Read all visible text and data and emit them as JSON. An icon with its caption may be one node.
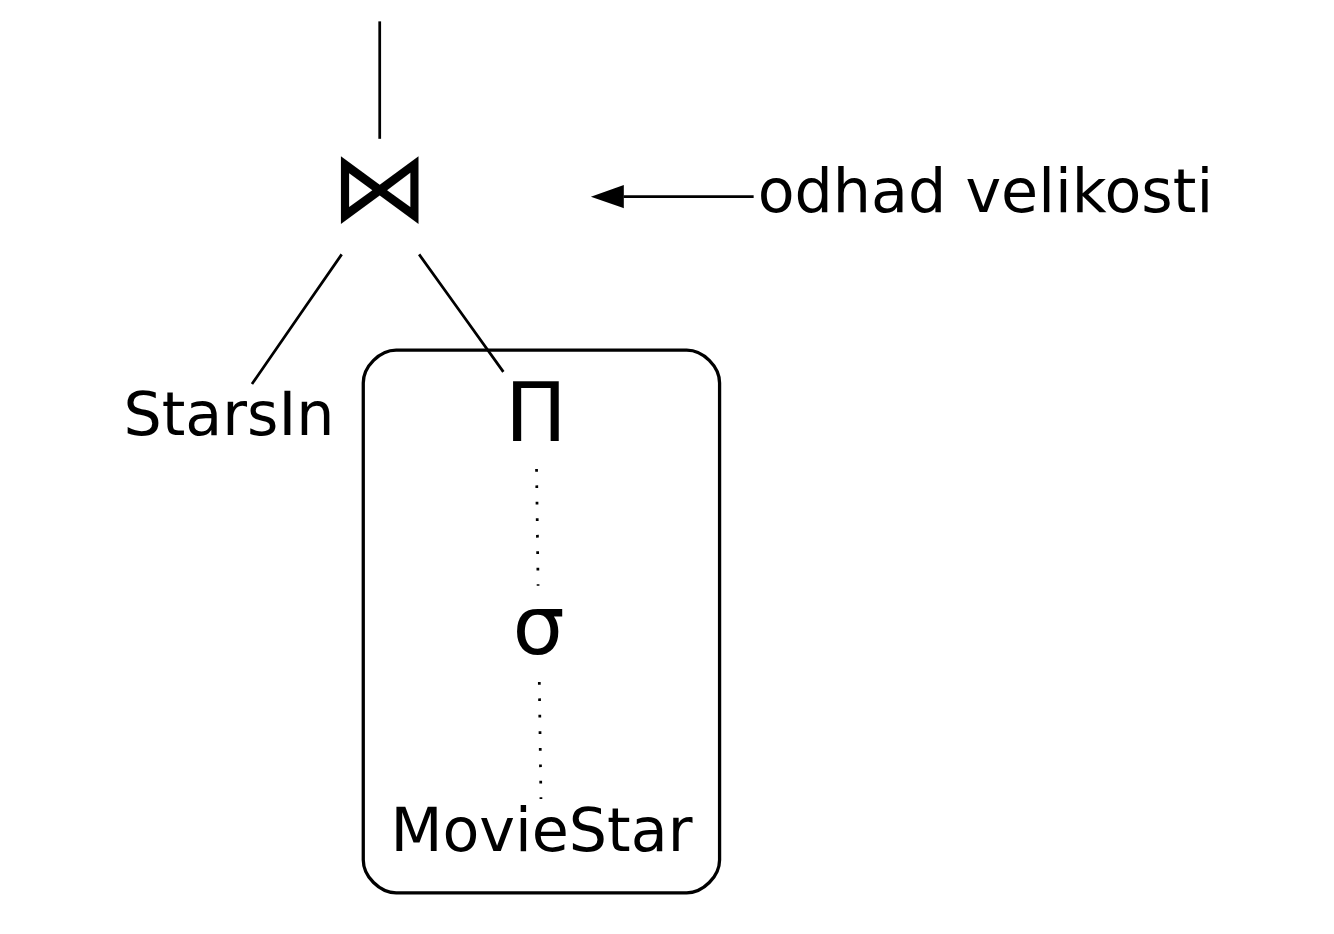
{
  "diagram": {
    "nodes": [
      {
        "text": [
          "⋈"
        ]
      },
      {
        "text": [
          "StarsIn"
        ]
      },
      {
        "text": [],
        "shape": "ellipse"
      },
      {
        "text": [
          "Π"
        ],
        "in": 2
      },
      {
        "text": [
          "σ"
        ],
        "in": 2
      },
      {
        "text": [
          "MovieStar"
        ],
        "in": 2
      },
      {
        "text": [
          "odhad velikosti"
        ]
      }
    ],
    "edges": [
      {
        "from": null,
        "to": 0,
        "arrow": "none"
      },
      {
        "from": 0,
        "to": 1,
        "arrow": "none"
      },
      {
        "from": 0,
        "to": 3,
        "arrow": "none"
      },
      {
        "from": 3,
        "to": 4,
        "arrow": "none",
        "style": "dashed"
      },
      {
        "from": 4,
        "to": 5,
        "arrow": "none",
        "style": "dashed"
      },
      {
        "from": 6,
        "to": null,
        "arrow": "to"
      }
    ]
  }
}
